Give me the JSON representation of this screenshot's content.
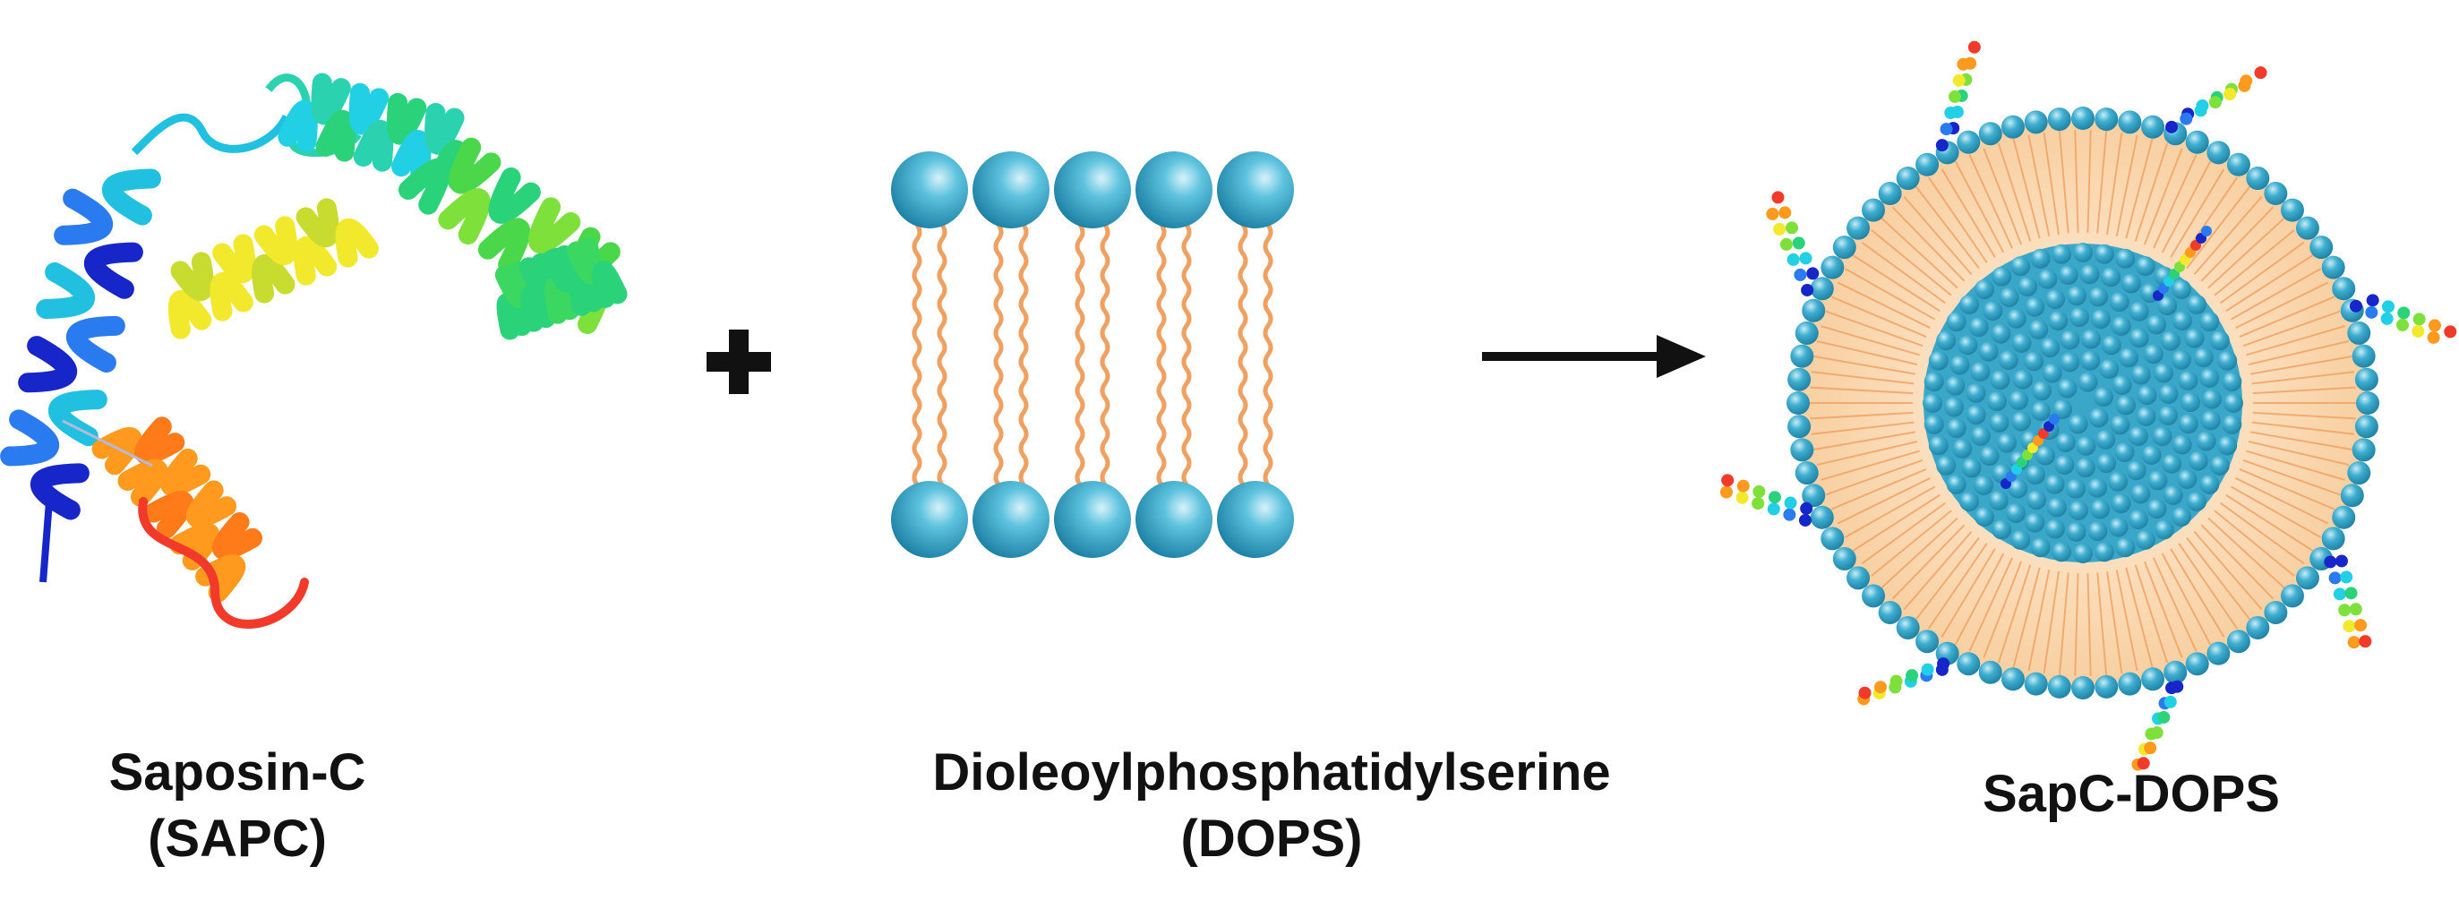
{
  "diagram": {
    "components": [
      {
        "id": "sapc",
        "name_line1": "Saposin-C",
        "name_line2": "(SAPC)",
        "depiction": "protein-ribbon"
      },
      {
        "id": "dops",
        "name_line1": "Dioleoylphosphatidylserine",
        "name_line2": "(DOPS)",
        "depiction": "lipid-bilayer"
      },
      {
        "id": "product",
        "name_line1": "SapC-DOPS",
        "depiction": "nanovesicle"
      }
    ],
    "operators": {
      "plus": "+",
      "arrow": "reaction-arrow-icon"
    },
    "colors": {
      "lipid_head": "#2e9fc0",
      "lipid_head_highlight": "#d8f2fa",
      "lipid_tail": "#f0a060",
      "vesicle_core": "#fde3c4",
      "protein_gradient": [
        "#1626c8",
        "#2a7af0",
        "#22d0e6",
        "#2ad27a",
        "#7ee03a",
        "#f2e82c",
        "#ff9a1e",
        "#f23a2a"
      ]
    }
  }
}
